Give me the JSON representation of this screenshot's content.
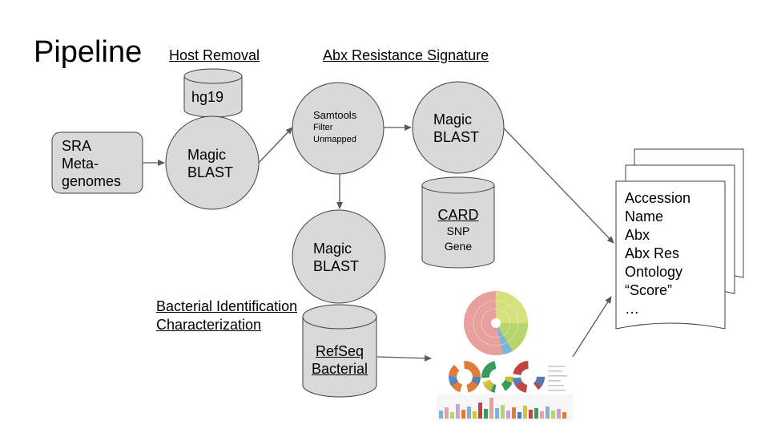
{
  "title": "Pipeline",
  "headers": {
    "host_removal": "Host Removal",
    "abx_signature": "Abx Resistance Signature",
    "bacterial_id": [
      "Bacterial Identification",
      "Characterization"
    ]
  },
  "sra_box": [
    "SRA",
    "Meta-",
    "genomes"
  ],
  "magic_blast": [
    "Magic",
    "BLAST"
  ],
  "databases": {
    "hg19": "hg19",
    "card": [
      "CARD",
      "SNP",
      "Gene"
    ],
    "refseq": [
      "RefSeq",
      "Bacterial"
    ]
  },
  "samtools": [
    "Samtools",
    "Filter",
    "Unmapped"
  ],
  "output_fields": [
    "Accession",
    "Name",
    "Abx",
    "Abx Res",
    "Ontology",
    "“Score”",
    "…"
  ],
  "colors": {
    "node_fill": "#d9d9d9",
    "stroke": "#404040",
    "arrow": "#595959"
  }
}
